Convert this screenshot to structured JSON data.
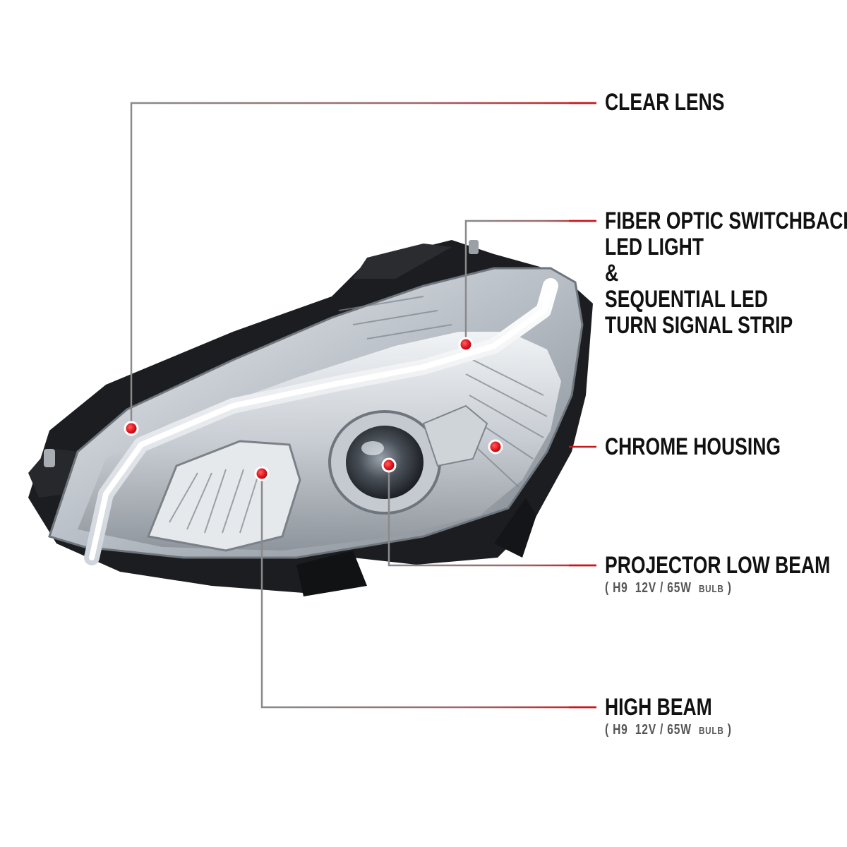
{
  "colors": {
    "accent_red": "#c8161d",
    "leader_gray": "#8a8a8a",
    "label_text": "#111111",
    "sub_text": "#555555",
    "chrome": "#d9dde2",
    "housing_dark": "#1c1d20"
  },
  "callouts": [
    {
      "id": "clear-lens",
      "lines": [
        "CLEAR LENS"
      ],
      "spec": null
    },
    {
      "id": "fiber-optic",
      "lines": [
        "FIBER OPTIC SWITCHBACK",
        "LED LIGHT",
        "&",
        "SEQUENTIAL LED",
        "TURN SIGNAL STRIP"
      ],
      "spec": null
    },
    {
      "id": "chrome-housing",
      "lines": [
        "CHROME HOUSING"
      ],
      "spec": null
    },
    {
      "id": "projector-low-beam",
      "lines": [
        "PROJECTOR LOW BEAM"
      ],
      "spec": {
        "open": "(",
        "bulb": "H9",
        "rating": "12V / 65W",
        "word": "BULB",
        "close": ")"
      }
    },
    {
      "id": "high-beam",
      "lines": [
        "HIGH BEAM"
      ],
      "spec": {
        "open": "(",
        "bulb": "H9",
        "rating": "12V / 65W",
        "word": "BULB",
        "close": ")"
      }
    }
  ]
}
